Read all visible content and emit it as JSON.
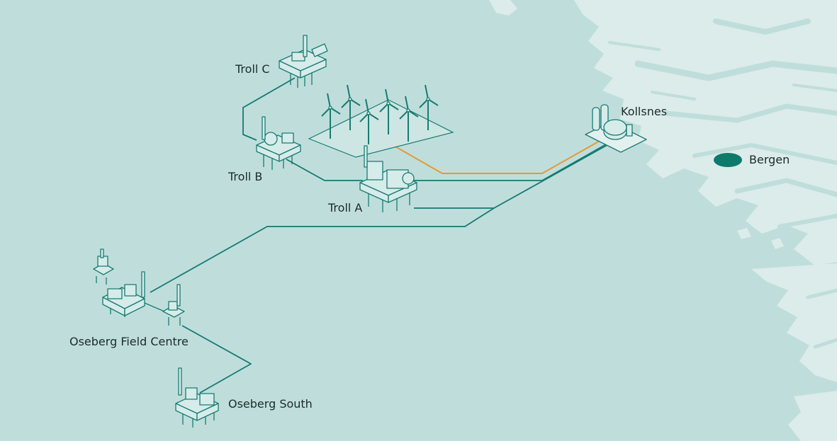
{
  "labels": {
    "troll_c": "Troll C",
    "troll_b": "Troll B",
    "troll_a": "Troll A",
    "kollsnes": "Kollsnes",
    "bergen": "Bergen",
    "oseberg_field_centre": "Oseberg Field Centre",
    "oseberg_south": "Oseberg South"
  },
  "colors": {
    "sea": "#bfdedb",
    "land": "#dcecea",
    "pipeline": "#157a72",
    "power_cable": "#e39a3c",
    "structure_fill": "#d6ecea",
    "structure_stroke": "#1a7b72",
    "city_marker": "#0e7a6b"
  },
  "icons": {
    "platform": "offshore-platform-icon",
    "wind_turbine": "wind-turbine-icon",
    "terminal": "gas-terminal-icon",
    "city": "city-marker-icon"
  }
}
